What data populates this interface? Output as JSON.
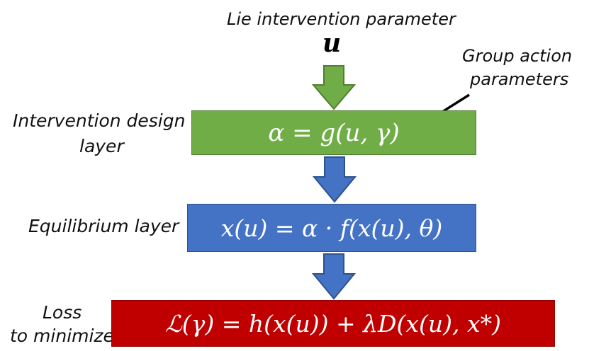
{
  "top": {
    "title": "Lie intervention parameter",
    "symbol": "u"
  },
  "annotation": {
    "line1": "Group action",
    "line2": "parameters"
  },
  "layers": {
    "design": {
      "label_line1": "Intervention design",
      "label_line2": "layer",
      "formula": "α = g(u, γ)",
      "color": "#70ad47"
    },
    "equilibrium": {
      "label": "Equilibrium layer",
      "formula": "x(u) = α · f(x(u), θ)",
      "color": "#4472c4"
    },
    "loss": {
      "label_line1": "Loss",
      "label_line2": "to minimize",
      "formula": "ℒ(γ) = h(x(u)) + λD(x(u), x*)",
      "color": "#c00000"
    }
  },
  "arrows": {
    "arrow1_color": "#70ad47",
    "arrow2_color": "#4472c4",
    "arrow3_color": "#4472c4"
  }
}
